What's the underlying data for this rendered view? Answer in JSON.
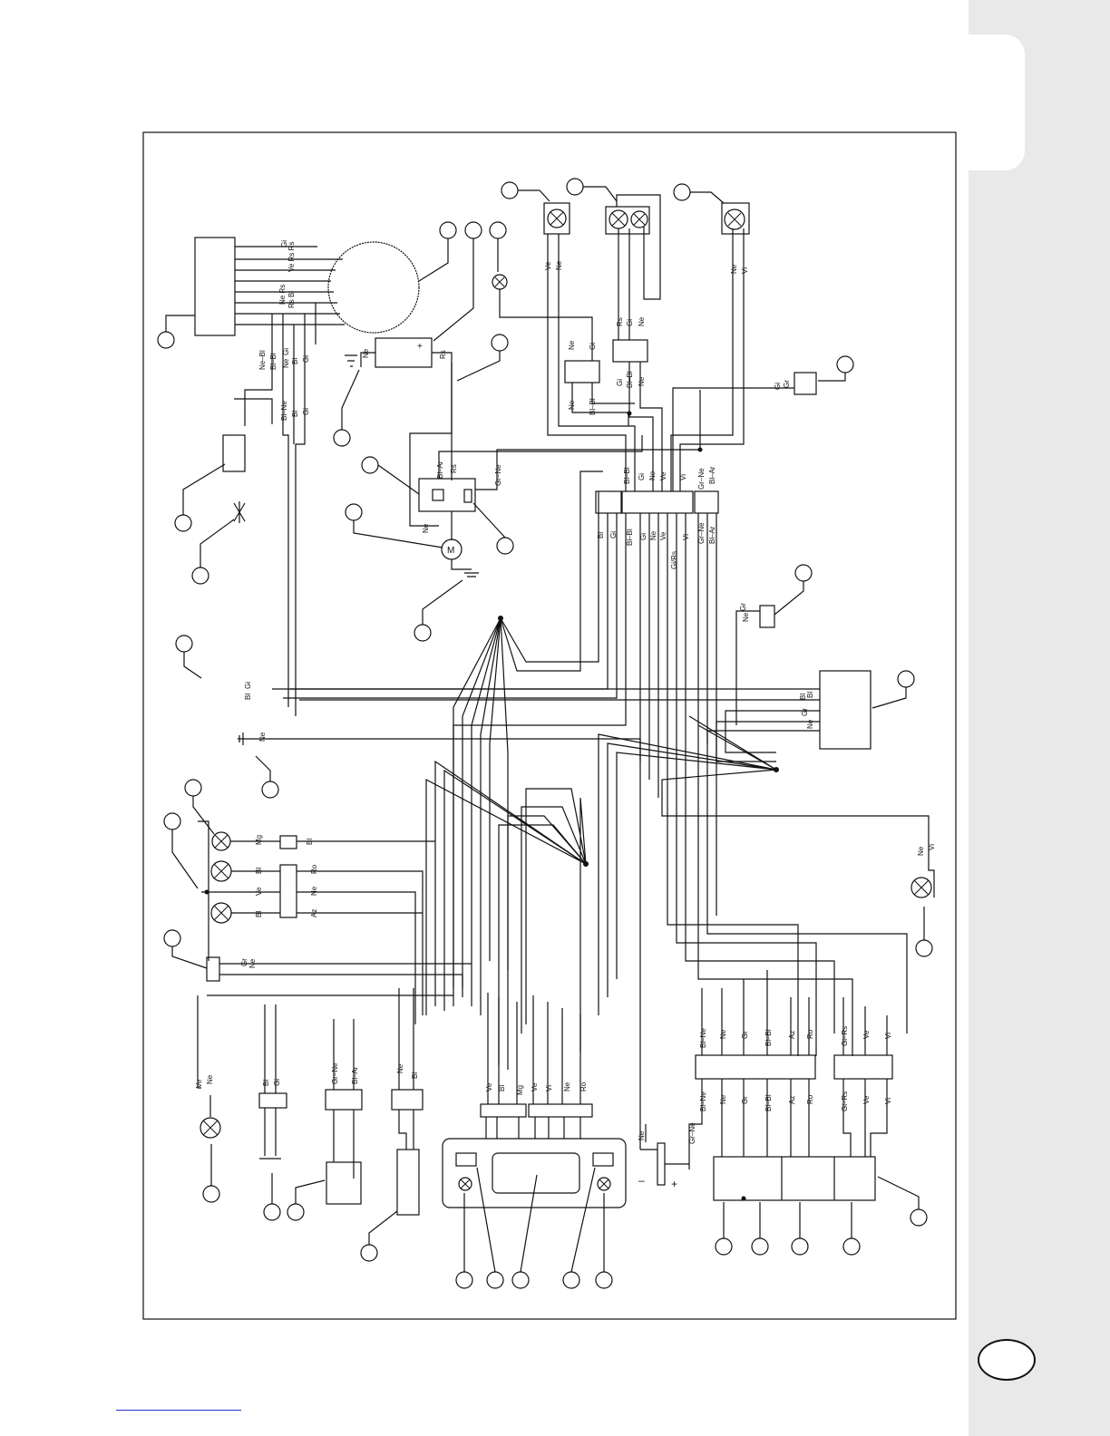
{
  "labels": {
    "gi": "Gi",
    "rs": "Rs",
    "ve": "Ve",
    "ne": "Ne",
    "bl": "Bl",
    "vi": "Vi",
    "gr": "Gr",
    "ro": "Ro",
    "az": "Az",
    "mg": "Mg",
    "ne_bl": "Ne–Bl",
    "bl_bl": "Bl–Bl",
    "bl_ne": "Bl–Ne",
    "bl_ar": "Bl–Ar",
    "gr_ne": "Gr–Ne",
    "gi_rs": "Gi–Rs",
    "gi_rs_slash": "Gi/Rs",
    "ne_rs": "Ne Rs",
    "rs_bl": "Rs Bl",
    "ve_rs_rs": "Ve Rs Rs",
    "plus": "+",
    "minus": "–",
    "motor": "M"
  },
  "colors": {
    "line": "#111111",
    "sidebar": "#e9e9e9",
    "link": "#2233cc"
  }
}
